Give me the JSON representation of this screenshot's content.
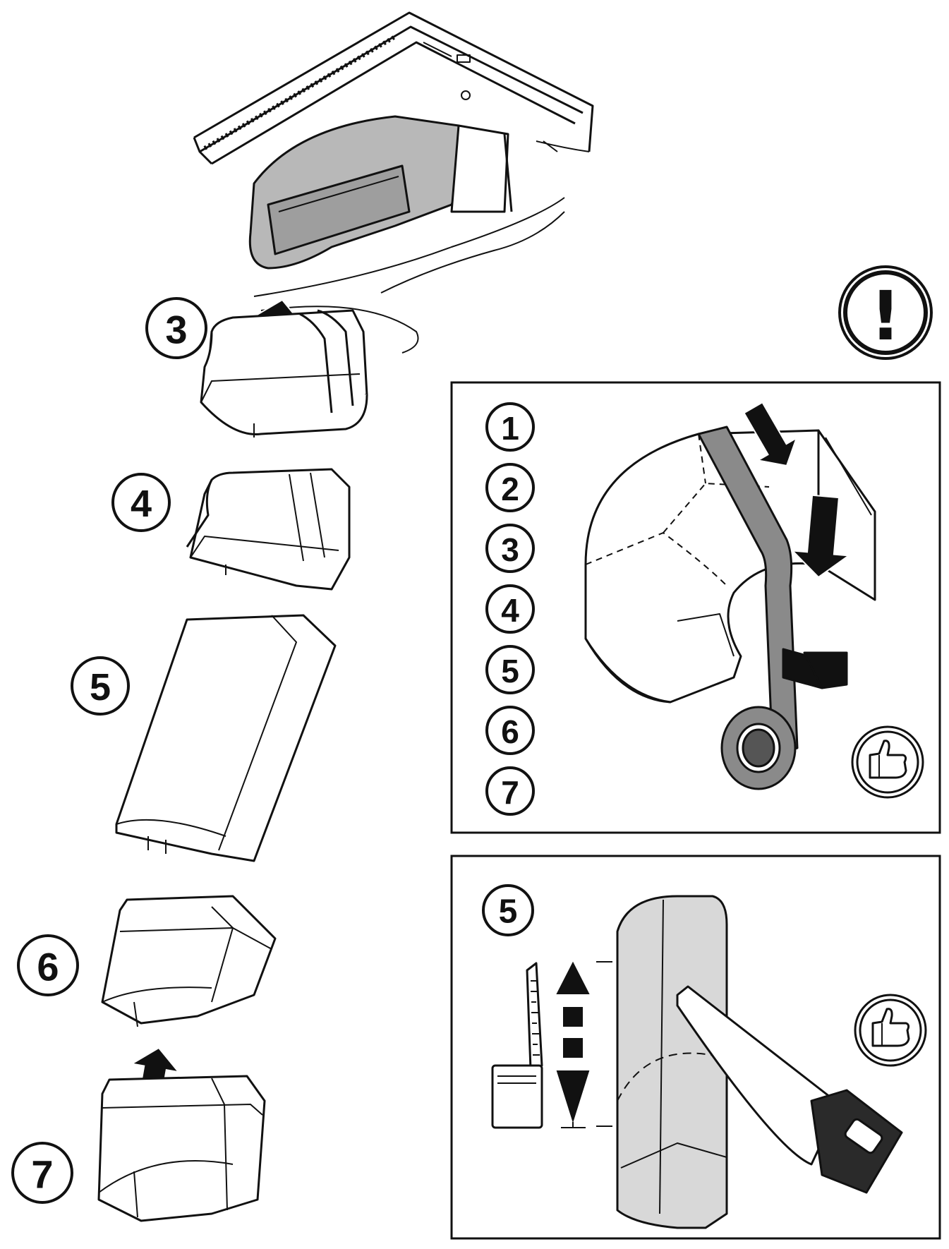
{
  "colors": {
    "line": "#111111",
    "duct_fill": "#ffffff",
    "duct_shade": "#b8b8b8",
    "tape": "#8a8a8a",
    "panel_stroke": "#222222",
    "arrow": "#111111"
  },
  "icons": {
    "warning": "exclamation-circle-icon",
    "approval": "thumbs-up-icon",
    "arrow": "up-arrow-icon",
    "tool_tape": "tape-roll-icon",
    "tool_saw": "hand-saw-icon",
    "tool_ruler": "tape-measure-icon"
  },
  "warning": {
    "symbol": "!"
  },
  "steps": {
    "s3": "3",
    "s4": "4",
    "s5": "5",
    "s6": "6",
    "s7": "7"
  },
  "tape_panel": {
    "numbers": [
      "1",
      "2",
      "3",
      "4",
      "5",
      "6",
      "7"
    ]
  },
  "cut_panel": {
    "number": "5"
  }
}
